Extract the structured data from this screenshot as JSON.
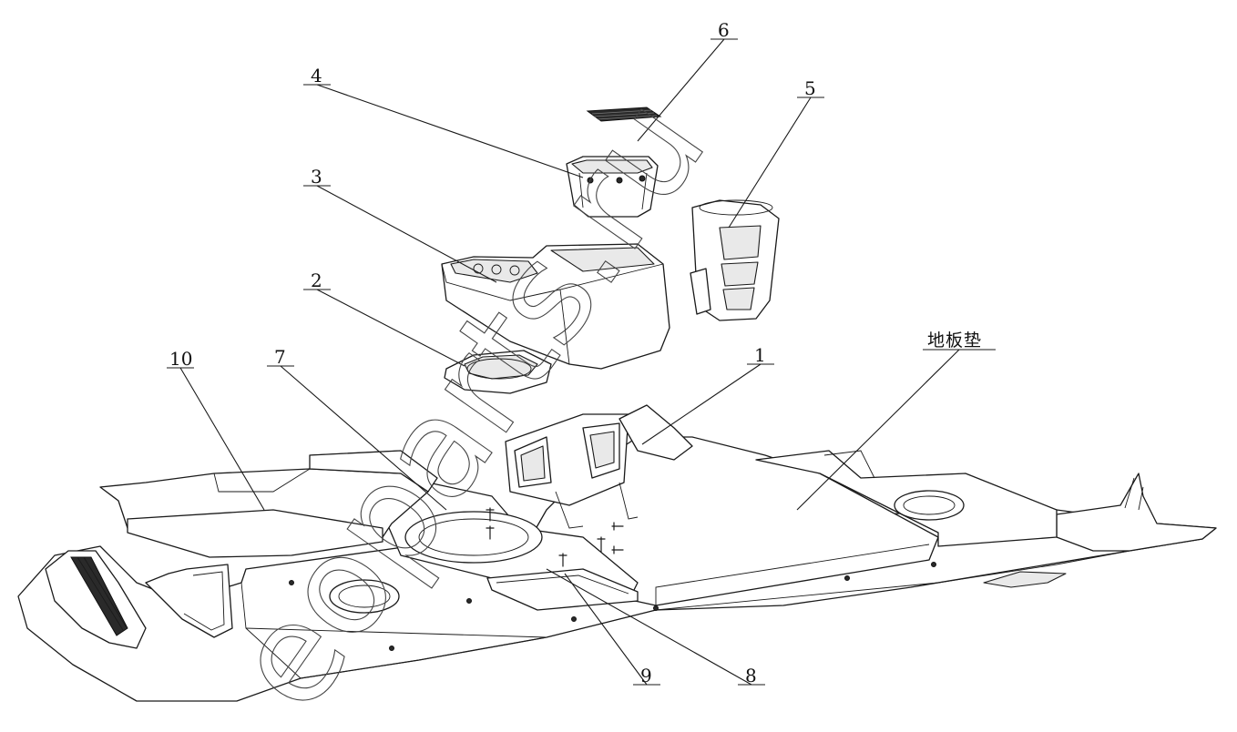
{
  "callouts": {
    "c1": "1",
    "c2": "2",
    "c3": "3",
    "c4": "4",
    "c5": "5",
    "c6": "6",
    "c7": "7",
    "c8": "8",
    "c9": "9",
    "c10": "10",
    "floor_mat": "地板垫"
  },
  "watermark": "eoparts.ru"
}
